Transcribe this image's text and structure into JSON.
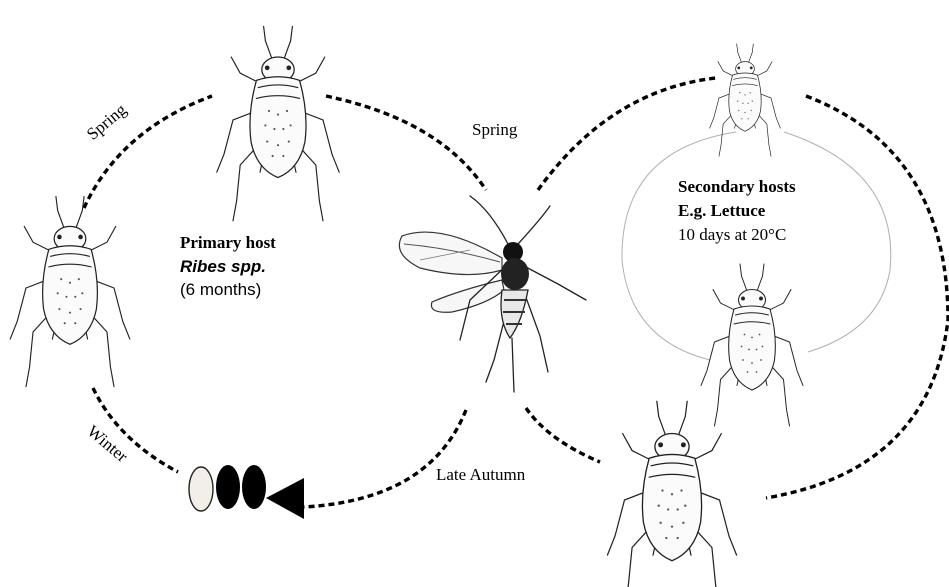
{
  "labels": {
    "spring_left": "Spring",
    "spring_center": "Spring",
    "winter": "Winter",
    "late_autumn": "Late Autumn",
    "primary_title": "Primary host",
    "primary_species": "Ribes spp.",
    "primary_duration": "(6 months)",
    "secondary_title": "Secondary hosts",
    "secondary_example": "E.g. Lettuce",
    "secondary_duration": "10 days at 20°C"
  }
}
